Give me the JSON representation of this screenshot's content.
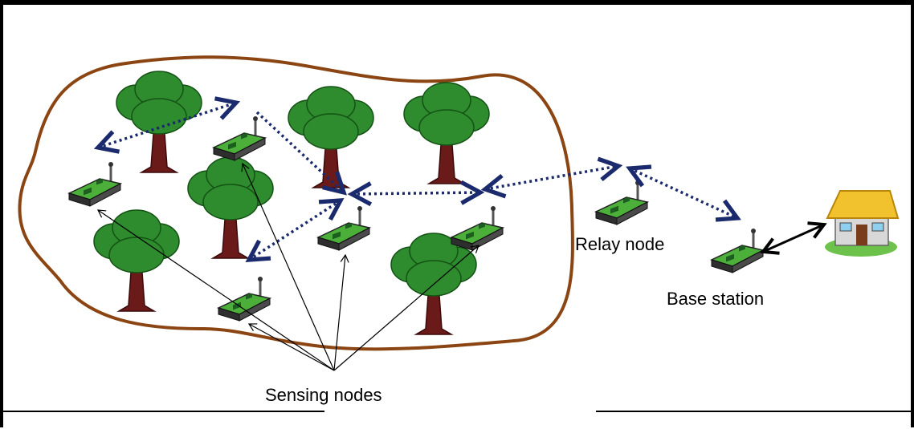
{
  "labels": {
    "sensing_nodes": "Sensing nodes",
    "relay_node": "Relay node",
    "base_station": "Base station"
  },
  "colors": {
    "region_outline": "#8b4513",
    "tree_foliage": "#2e8b2e",
    "tree_trunk": "#6b1a1a",
    "wireless_link": "#1a2a6c",
    "node_body": "#3a3a3a",
    "node_board": "#4caf3a"
  },
  "icons": [
    "tree-icon",
    "sensor-node-icon",
    "house-icon"
  ]
}
